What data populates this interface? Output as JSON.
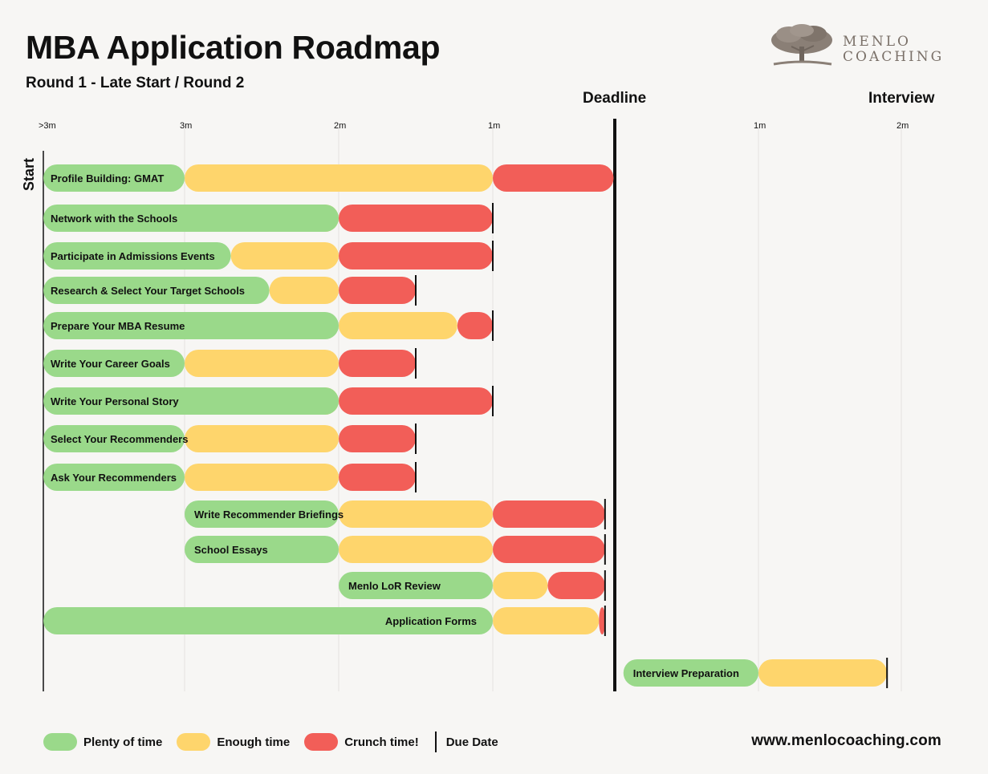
{
  "header": {
    "title": "MBA Application Roadmap",
    "subtitle": "Round 1 - Late Start / Round 2"
  },
  "logo": {
    "line1": "MENLO",
    "line2": "COACHING"
  },
  "timeline": {
    "deadline_label": "Deadline",
    "interview_label": "Interview",
    "start_label": "Start"
  },
  "colors": {
    "plenty": "#9ad98a",
    "enough": "#fed56c",
    "crunch": "#f25e58",
    "background": "#f7f6f4"
  },
  "legend": {
    "plenty": "Plenty of time",
    "enough": "Enough time",
    "crunch": "Crunch time!",
    "due": "Due Date"
  },
  "footer": {
    "website": "www.menlocoaching.com"
  },
  "chart_data": {
    "type": "bar",
    "orientation": "horizontal-gantt",
    "x_unit": "months relative to deadline",
    "x_ticks": [
      {
        "value": -3.9,
        "label": ">3m"
      },
      {
        "value": -3,
        "label": "3m"
      },
      {
        "value": -2,
        "label": "2m"
      },
      {
        "value": -1,
        "label": "1m"
      },
      {
        "value": 0,
        "label": ""
      },
      {
        "value": 1,
        "label": "1m"
      },
      {
        "value": 2,
        "label": "2m"
      }
    ],
    "xlim": [
      -3.9,
      2.2
    ],
    "grid": true,
    "tasks": [
      {
        "name": "Profile Building: GMAT",
        "plenty": [
          -3.9,
          -3
        ],
        "enough": [
          -3,
          -1
        ],
        "crunch": [
          -1,
          -0.01
        ],
        "due": null,
        "label_align": "left"
      },
      {
        "name": "Network with the Schools",
        "plenty": [
          -3.9,
          -2
        ],
        "enough": [
          -3,
          -2
        ],
        "crunch": [
          -2,
          -1
        ],
        "due": -1,
        "label_align": "left"
      },
      {
        "name": "Participate in Admissions Events",
        "plenty": [
          -3.9,
          -2.7
        ],
        "enough": [
          -2.7,
          -2
        ],
        "crunch": [
          -2,
          -1
        ],
        "due": -1,
        "label_align": "left"
      },
      {
        "name": "Research & Select Your Target Schools",
        "plenty": [
          -3.9,
          -2.45
        ],
        "enough": [
          -2.45,
          -2
        ],
        "crunch": [
          -2,
          -1.5
        ],
        "due": -1.5,
        "label_align": "left"
      },
      {
        "name": "Prepare Your MBA Resume",
        "plenty": [
          -3.9,
          -2
        ],
        "enough": [
          -2,
          -1.23
        ],
        "crunch": [
          -1.23,
          -1
        ],
        "due": -1,
        "label_align": "left"
      },
      {
        "name": "Write Your Career Goals",
        "plenty": [
          -3.9,
          -3
        ],
        "enough": [
          -3,
          -2
        ],
        "crunch": [
          -2,
          -1.5
        ],
        "due": -1.5,
        "label_align": "left"
      },
      {
        "name": "Write Your Personal Story",
        "plenty": [
          -3.9,
          -2
        ],
        "enough": [
          -3,
          -2
        ],
        "crunch": [
          -2,
          -1
        ],
        "due": -1,
        "label_align": "left"
      },
      {
        "name": "Select Your Recommenders",
        "plenty": [
          -3.9,
          -3
        ],
        "enough": [
          -3,
          -2
        ],
        "crunch": [
          -2,
          -1.5
        ],
        "due": -1.5,
        "label_align": "left"
      },
      {
        "name": "Ask Your Recommenders",
        "plenty": [
          -3.9,
          -3
        ],
        "enough": [
          -3,
          -2
        ],
        "crunch": [
          -2,
          -1.5
        ],
        "due": -1.5,
        "label_align": "left"
      },
      {
        "name": "Write Recommender Briefings",
        "plenty": [
          -3,
          -2
        ],
        "enough": [
          -2,
          -1
        ],
        "crunch": [
          -1,
          -0.08
        ],
        "due": -0.08,
        "label_align": "left"
      },
      {
        "name": "School Essays",
        "plenty": [
          -3,
          -2
        ],
        "enough": [
          -2,
          -1
        ],
        "crunch": [
          -1,
          -0.08
        ],
        "due": -0.08,
        "label_align": "left"
      },
      {
        "name": "Menlo LoR Review",
        "plenty": [
          -2,
          -1
        ],
        "enough": [
          -1,
          -0.55
        ],
        "crunch": [
          -0.55,
          -0.08
        ],
        "due": -0.08,
        "label_align": "left"
      },
      {
        "name": "Application Forms",
        "plenty": [
          -3.9,
          -1
        ],
        "enough": [
          -1,
          -0.13
        ],
        "crunch": [
          -0.13,
          -0.08
        ],
        "due": -0.08,
        "label_align": "right"
      },
      {
        "name": "Interview Preparation",
        "plenty": [
          0.06,
          1
        ],
        "enough": [
          1,
          1.9
        ],
        "crunch": null,
        "due": 1.9,
        "label_align": "left"
      }
    ]
  }
}
